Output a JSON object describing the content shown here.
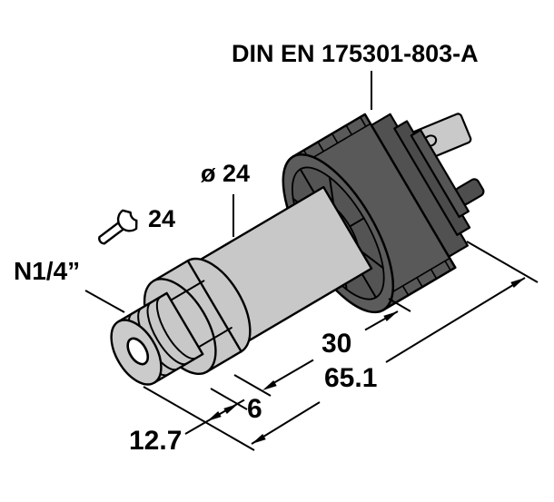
{
  "annotations": {
    "connector_standard": "DIN EN 175301-803-A",
    "body_diameter": "ø 24",
    "wrench_size": "24",
    "process_connection": "N1/4”"
  },
  "dimensions": {
    "connector_section_length": "30",
    "overall_length": "65.1",
    "hex_length": "6",
    "thread_length": "12.7"
  },
  "icons": {
    "wrench": "wrench-icon"
  },
  "colors": {
    "background": "#ffffff",
    "line": "#000000",
    "metal_body": "#c8c8c8",
    "connector_housing": "#565656",
    "terminal": "#c9c9c9"
  }
}
